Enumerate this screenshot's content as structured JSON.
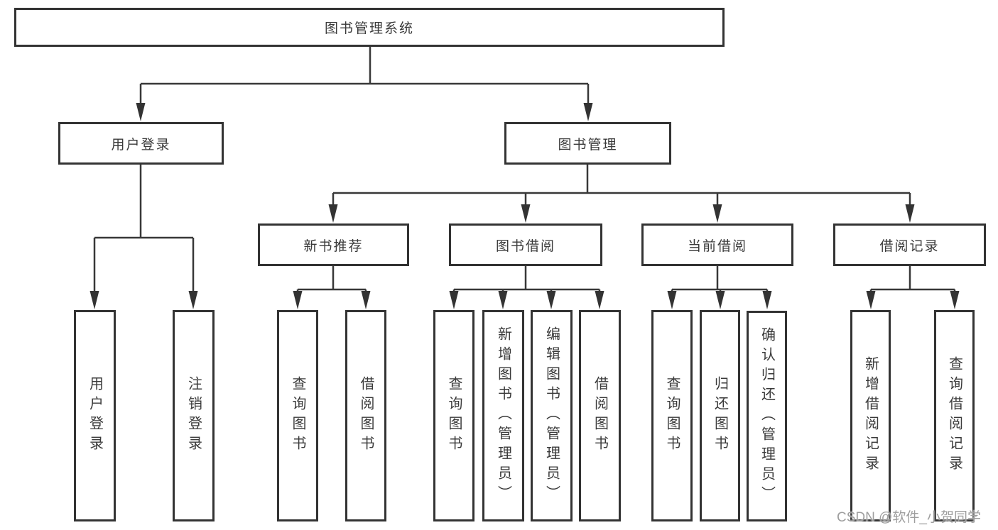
{
  "diagram": {
    "title": "图书管理系统",
    "nodes": {
      "root": "图书管理系统",
      "level2": [
        "用户登录",
        "图书管理"
      ],
      "level3": [
        "新书推荐",
        "图书借阅",
        "当前借阅",
        "借阅记录"
      ],
      "leaves": [
        "用户登录",
        "注销登录",
        "查询图书",
        "借阅图书",
        "查询图书",
        "新增图书（管理员）",
        "编辑图书（管理员）",
        "借阅图书",
        "查询图书",
        "归还图书",
        "确认归还（管理员）",
        "新增借阅记录",
        "查询借阅记录"
      ]
    },
    "watermark": "CSDN @软件_小贺同学",
    "colors": {
      "line": "#383838",
      "border": "#333333",
      "text": "#3a3a3a",
      "watermark": "#9e9e9e",
      "background": "#ffffff"
    }
  }
}
